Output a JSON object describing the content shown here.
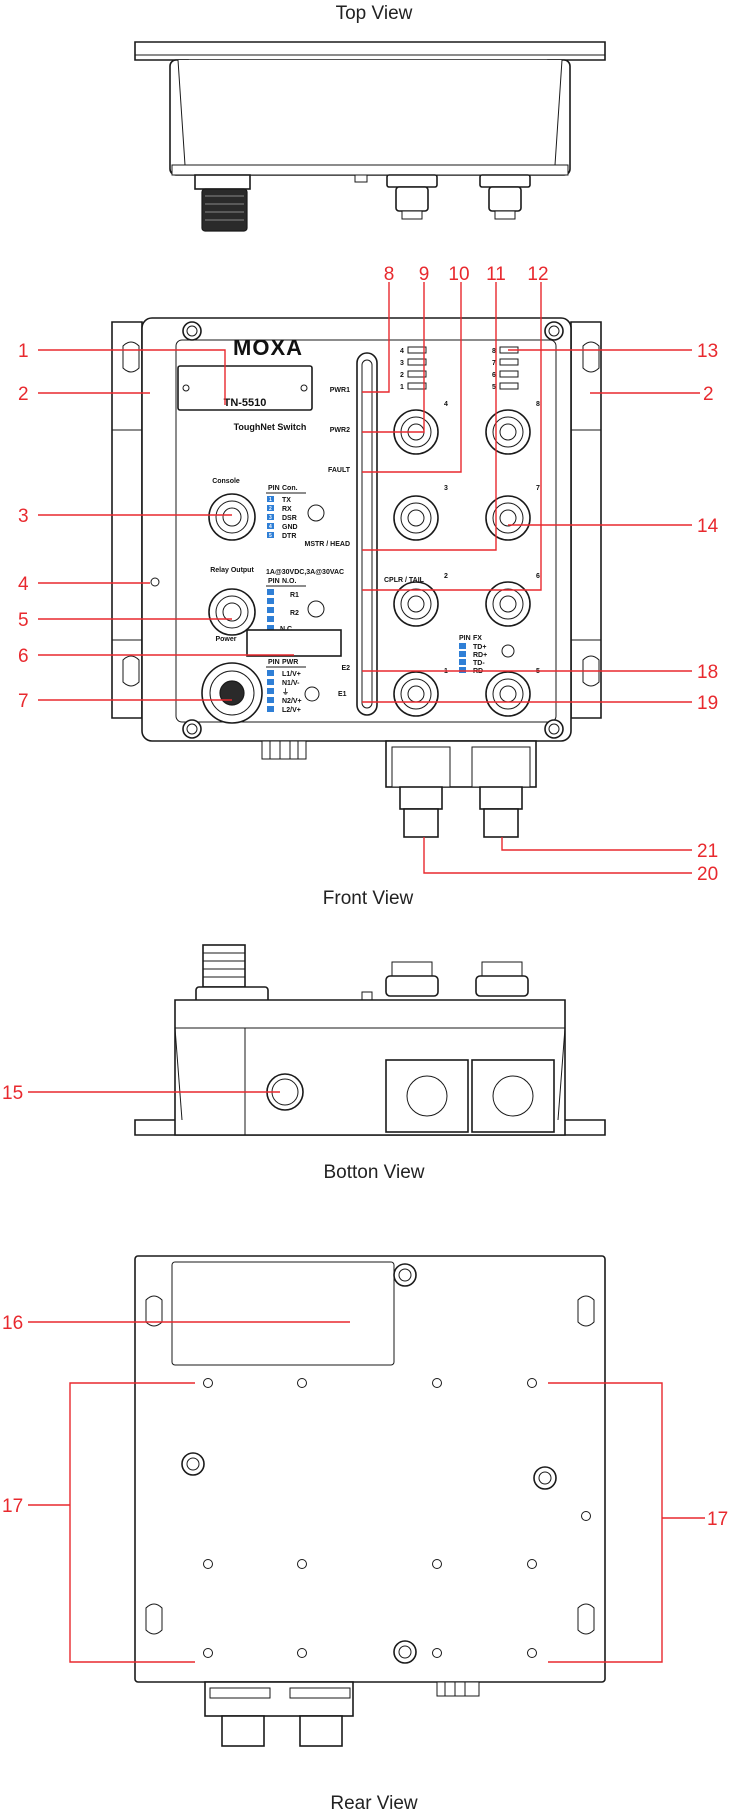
{
  "views": {
    "top": "Top View",
    "front": "Front View",
    "bottom": "Botton View",
    "rear": "Rear View"
  },
  "device": {
    "brand": "MOXA",
    "model": "TN-5510",
    "series": "ToughNet Switch",
    "panel_labels": {
      "console": "Console",
      "relay_output": "Relay Output",
      "power": "Power",
      "pwr1": "PWR1",
      "pwr2": "PWR2",
      "fault": "FAULT",
      "mstr_head": "MSTR / HEAD",
      "cplr_tail": "CPLR / TAIL",
      "e1": "E1",
      "e2": "E2",
      "relay_rating": "1A@30VDC,3A@30VAC",
      "pin_header": "PIN",
      "console_header": "Con.",
      "relay_header": "N.O.",
      "power_header": "PWR",
      "ethernet_header": "FX",
      "relay_r1": "R1",
      "relay_r2": "R2",
      "relay_nc": "N.C.",
      "console_pins": [
        "TX",
        "RX",
        "DSR",
        "GND",
        "DTR"
      ],
      "power_pins": [
        "L1/V+",
        "N1/V-",
        "⏚",
        "N2/V+",
        "L2/V+"
      ],
      "ethernet_pins": [
        "TD+",
        "RD+",
        "TD-",
        "RD-"
      ],
      "pin_numbers": [
        "1",
        "2",
        "3",
        "4",
        "5"
      ]
    },
    "port_numbers": [
      "1",
      "2",
      "3",
      "4",
      "5",
      "6",
      "7",
      "8"
    ],
    "led_numbers_left": [
      "4",
      "3",
      "2",
      "1"
    ],
    "led_numbers_right": [
      "8",
      "7",
      "6",
      "5"
    ]
  },
  "callouts": [
    "1",
    "2",
    "2",
    "3",
    "4",
    "5",
    "6",
    "7",
    "8",
    "9",
    "10",
    "11",
    "12",
    "13",
    "14",
    "15",
    "16",
    "17",
    "17",
    "18",
    "19",
    "20",
    "21"
  ],
  "colors": {
    "callout": "#e8292e",
    "line": "#1a1a1a",
    "pin_label": "#2f7fd6"
  }
}
